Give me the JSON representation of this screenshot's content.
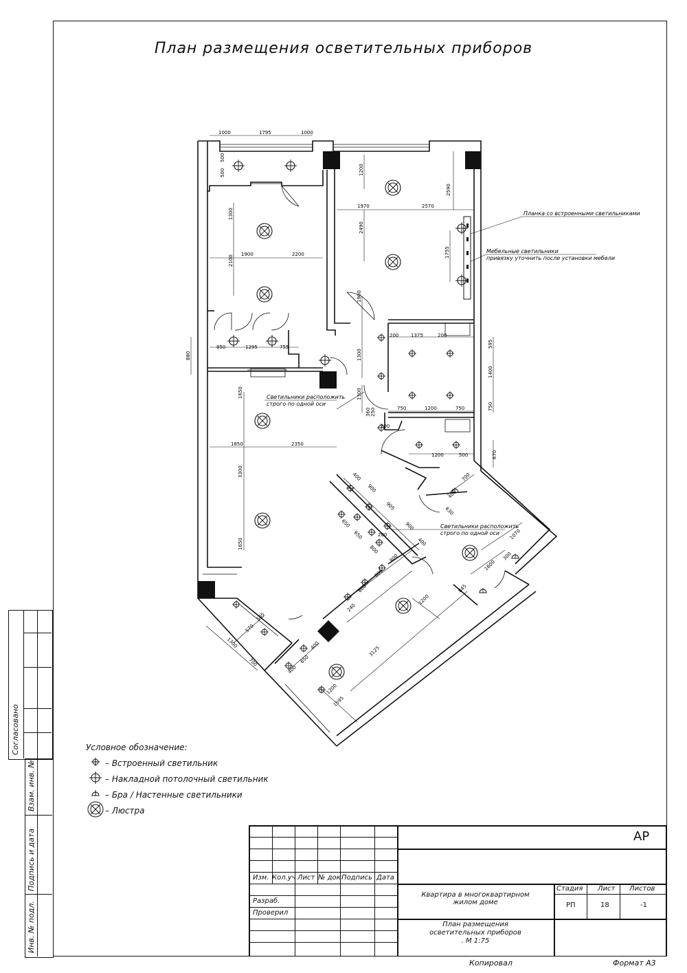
{
  "title": "План размещения осветительных приборов",
  "notes": {
    "strip": "Планка со встроенными светильниками",
    "furniture_line1": "Мебельные светильники",
    "furniture_line2": "привязку уточнить после установки мебели",
    "axis1_line1": "Светильники расположить",
    "axis1_line2": "строго по одной оси",
    "axis2_line1": "Светильники расположить",
    "axis2_line2": "строго по одной оси"
  },
  "dims": {
    "top": [
      "1000",
      "1795",
      "1000"
    ],
    "d500a": "500",
    "d500b": "500",
    "d1200": "1200",
    "d2590": "2590",
    "d1970": "1970",
    "d2570": "2570",
    "d2490": "2490",
    "d1755": "1755",
    "d1300": "1300",
    "d1900": "1900",
    "d2200": "2200",
    "d2100": "2100",
    "d1900v": "1900",
    "d850": "850",
    "d1295": "1295",
    "d755": "755",
    "d880": "880",
    "d200a": "200",
    "d1375": "1375",
    "d200b": "200",
    "d595": "595",
    "d1400": "1400",
    "d750a": "750",
    "d1300b": "1300",
    "d1300c": "1300",
    "d750b": "750",
    "d1200b": "1200",
    "d750c": "750",
    "d200c": "200",
    "d1200c": "1200",
    "d500c": "500",
    "d670": "670",
    "d1650a": "1650",
    "d1850": "1850",
    "d2350": "2350",
    "d3300": "3300",
    "d1650b": "1650",
    "d400a": "400",
    "d900a": "900",
    "d905": "905",
    "d900b": "900",
    "d650a": "650",
    "d650b": "650",
    "d800a": "800",
    "d400b": "400",
    "d200d": "200",
    "d700": "700",
    "d405": "405",
    "d630": "630",
    "d1070": "1070",
    "d300": "300",
    "d1600": "1600",
    "d845": "845",
    "d800b": "800",
    "d800c": "800",
    "d800d": "800",
    "d240": "240",
    "d1200d": "1200",
    "d3125": "3125",
    "d1200e": "1200",
    "d1595": "1595",
    "d570": "570",
    "d565": "565",
    "d1300d": "1300",
    "d700b": "700",
    "d650c": "650",
    "d400c": "400",
    "d400d": "400",
    "d360": "360",
    "d250": "250"
  },
  "legend": {
    "title": "Условное обозначение:",
    "items": [
      {
        "icon": "recessed-light-icon",
        "label": "– Встроенный светильник"
      },
      {
        "icon": "surface-ceiling-light-icon",
        "label": "– Накладной потолочный светильник"
      },
      {
        "icon": "wall-sconce-icon",
        "label": "– Бра / Настенные светильники"
      },
      {
        "icon": "chandelier-icon",
        "label": "– Люстра"
      }
    ]
  },
  "side_stamp": {
    "agreed": "Согласовано",
    "inv_replace": "Взам. инв. №",
    "sign_date": "Подпись и дата",
    "inv_orig": "Инв. № подл."
  },
  "title_block": {
    "code": "АР",
    "headers": [
      "Изм.",
      "Кол.уч",
      "Лист",
      "№ док",
      "Подпись",
      "Дата"
    ],
    "developed": "Разраб.",
    "checked": "Проверил",
    "project_line1": "Квартира в многоквартирном",
    "project_line2": "жилом доме",
    "stage_label": "Стадия",
    "sheet_label": "Лист",
    "sheets_label": "Листов",
    "stage": "РП",
    "sheet": "18",
    "sheets": "-1",
    "drawing_line1": "План размещения",
    "drawing_line2": "осветительных приборов",
    "drawing_line3": ". М 1:75"
  },
  "footer": {
    "copied": "Копировал",
    "format": "Формат А3"
  }
}
